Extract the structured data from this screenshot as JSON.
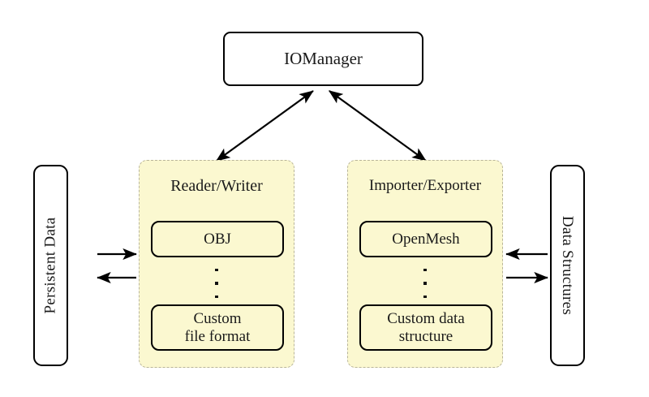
{
  "diagram": {
    "title_node": {
      "label": "IOManager"
    },
    "left_side": {
      "label": "Persistent Data"
    },
    "right_side": {
      "label": "Data Structures"
    },
    "groups": [
      {
        "title": "Reader/Writer",
        "top_item": "OBJ",
        "ellipsis": "⋮",
        "bottom_item_line1": "Custom",
        "bottom_item_line2": "file format"
      },
      {
        "title": "Importer/Exporter",
        "top_item": "OpenMesh",
        "ellipsis": "⋮",
        "bottom_item_line1": "Custom data",
        "bottom_item_line2": "structure"
      }
    ],
    "connections": [
      {
        "name": "iomanager-to-readerwriter",
        "style": "double-headed"
      },
      {
        "name": "iomanager-to-importerexporter",
        "style": "double-headed"
      },
      {
        "name": "persistent-data-to-readerwriter",
        "style": "single-headed-right"
      },
      {
        "name": "readerwriter-to-persistent-data",
        "style": "single-headed-left"
      },
      {
        "name": "data-structures-to-importerexporter",
        "style": "single-headed-left"
      },
      {
        "name": "importerexporter-to-data-structures",
        "style": "single-headed-right"
      }
    ],
    "colors": {
      "group_fill": "#fbf8d0",
      "group_border": "#b9b59a",
      "box_border": "#000000",
      "box_fill": "#ffffff",
      "text": "#1a1a1a"
    }
  }
}
